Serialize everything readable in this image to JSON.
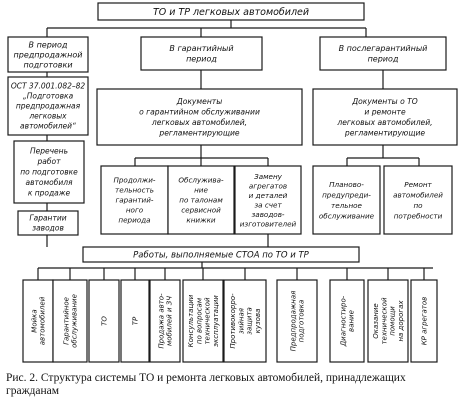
{
  "top_title": "ТО и ТР легковых автомобилей",
  "periods": {
    "presale": {
      "title": [
        "В период",
        "предпродажной",
        "подготовки"
      ],
      "standard": [
        "ОСТ 37.001.082–82",
        "„Подготовка",
        "предпродажная",
        "легковых",
        "автомобилей“"
      ],
      "work_list": [
        "Перечень",
        "работ",
        "по подготовке",
        "автомобиля",
        "к продаже"
      ],
      "factory_guarantee": [
        "Гарантии",
        "заводов"
      ]
    },
    "warranty": {
      "title": [
        "В гарантийный",
        "период"
      ],
      "docs": [
        "Документы",
        "о гарантийном обслуживании",
        "легковых автомобилей,",
        "регламентирующие"
      ],
      "items": [
        [
          "Продолжи-",
          "тельность",
          "гарантий-",
          "ного",
          "периода"
        ],
        [
          "Обслужива-",
          "ние",
          "по талонам",
          "сервисной",
          "книжки"
        ],
        [
          "Замену",
          "агрегатов",
          "и деталей",
          "за счет",
          "заводов-",
          "изготовителей"
        ]
      ]
    },
    "post_warranty": {
      "title": [
        "В послегарантийный",
        "период"
      ],
      "docs": [
        "Документы о ТО",
        "и ремонте",
        "легковых автомобилей,",
        "регламентирующие"
      ],
      "items": [
        [
          "Планово-",
          "предупреди-",
          "тельное",
          "обслуживание"
        ],
        [
          "Ремонт",
          "автомобилей",
          "по",
          "потребности"
        ]
      ]
    }
  },
  "works_title": "Работы, выполняемые СТОА по ТО и ТР",
  "works": [
    [
      "Мойка",
      "автомобилей"
    ],
    [
      "Гарантийное",
      "обслуживание"
    ],
    [
      "ТО"
    ],
    [
      "ТР"
    ],
    [
      "Продажа авто-",
      "мобилей и ЗЧ"
    ],
    [
      "Консультации",
      "по вопросам",
      "технической",
      "эксплуатации"
    ],
    [
      "Противокорро-",
      "зийная",
      "защита",
      "кузова"
    ],
    [
      "Предпродажная",
      "подготовка"
    ],
    [
      "Диагностиро-",
      "вание"
    ],
    [
      "Оказание",
      "технической",
      "помощи",
      "на дорогах"
    ],
    [
      "КР агрегатов"
    ]
  ],
  "caption": "Рис. 2. Структура системы ТО и ремонта легковых автомобилей, принадлежащих гражданам"
}
